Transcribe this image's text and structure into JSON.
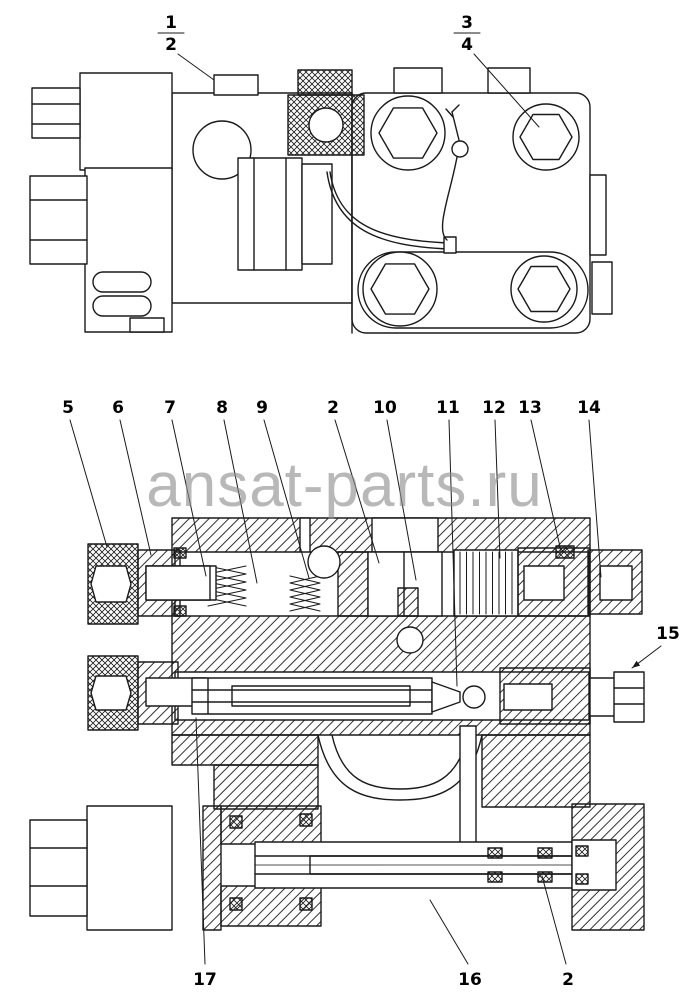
{
  "watermark": {
    "text": "ansat-parts.ru"
  },
  "callouts": {
    "c1": "1",
    "c2": "2",
    "c3": "3",
    "c4": "4",
    "c5": "5",
    "c6": "6",
    "c7": "7",
    "c8": "8",
    "c9": "9",
    "c2_mid": "2",
    "c10": "10",
    "c11": "11",
    "c12": "12",
    "c13": "13",
    "c14": "14",
    "c15": "15",
    "c16": "16",
    "c17": "17",
    "c2_bottom": "2"
  }
}
